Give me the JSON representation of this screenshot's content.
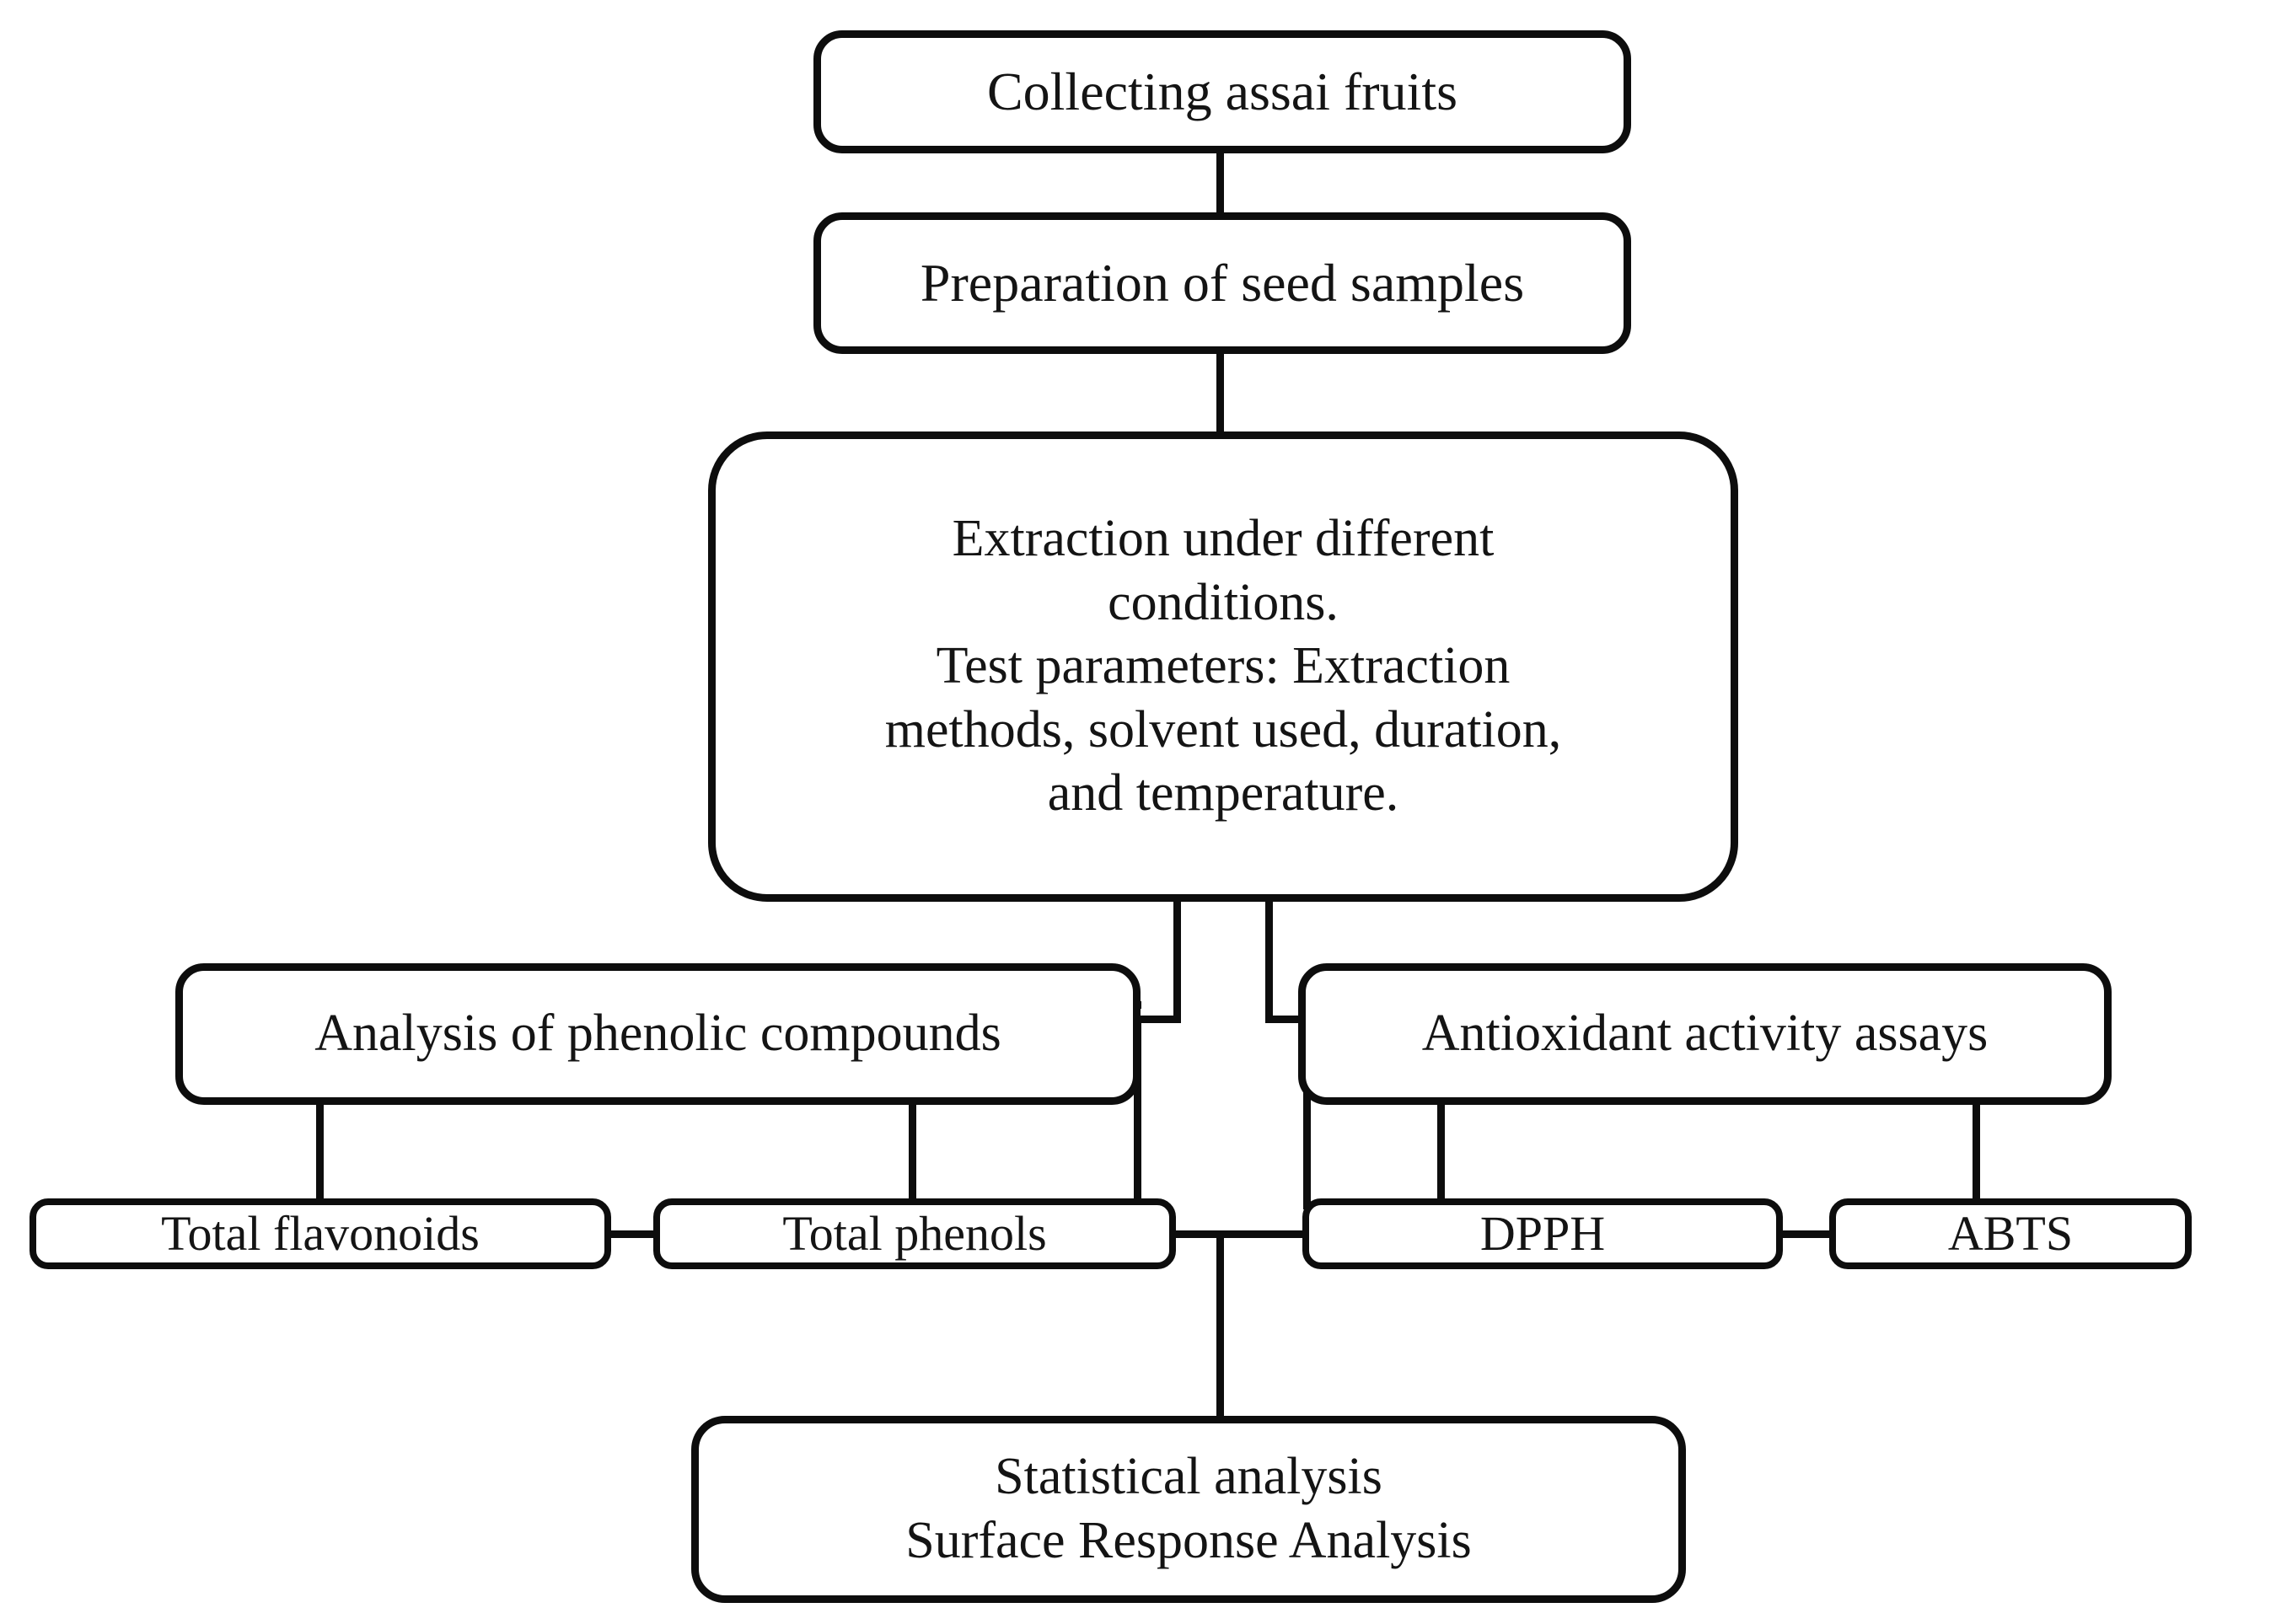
{
  "diagram": {
    "title": "Experimental workflow flowchart",
    "type": "flowchart",
    "colors": {
      "stroke": "#0d0d0d",
      "fill": "#ffffff",
      "text": "#141414"
    },
    "nodes": [
      {
        "id": "collect",
        "label": "Collecting assai fruits"
      },
      {
        "id": "prep",
        "label": "Preparation of seed samples"
      },
      {
        "id": "extract",
        "label": "Extraction under different\nconditions.\nTest parameters: Extraction\nmethods, solvent used, duration,\nand temperature."
      },
      {
        "id": "phenolic",
        "label": "Analysis of phenolic compounds"
      },
      {
        "id": "antiox",
        "label": "Antioxidant activity assays"
      },
      {
        "id": "flavonoids",
        "label": "Total flavonoids"
      },
      {
        "id": "phenols",
        "label": "Total phenols"
      },
      {
        "id": "dpph",
        "label": "DPPH"
      },
      {
        "id": "abts",
        "label": "ABTS"
      },
      {
        "id": "stats",
        "label": "Statistical analysis\nSurface Response Analysis"
      }
    ],
    "edges": [
      {
        "from": "collect",
        "to": "prep"
      },
      {
        "from": "prep",
        "to": "extract"
      },
      {
        "from": "extract",
        "to": "phenolic"
      },
      {
        "from": "extract",
        "to": "antiox"
      },
      {
        "from": "phenolic",
        "to": "flavonoids"
      },
      {
        "from": "phenolic",
        "to": "phenols"
      },
      {
        "from": "antiox",
        "to": "dpph"
      },
      {
        "from": "antiox",
        "to": "abts"
      },
      {
        "from": "flavonoids",
        "to": "phenols"
      },
      {
        "from": "phenols",
        "to": "dpph"
      },
      {
        "from": "dpph",
        "to": "abts"
      },
      {
        "from": "phenols",
        "to": "stats"
      }
    ]
  }
}
